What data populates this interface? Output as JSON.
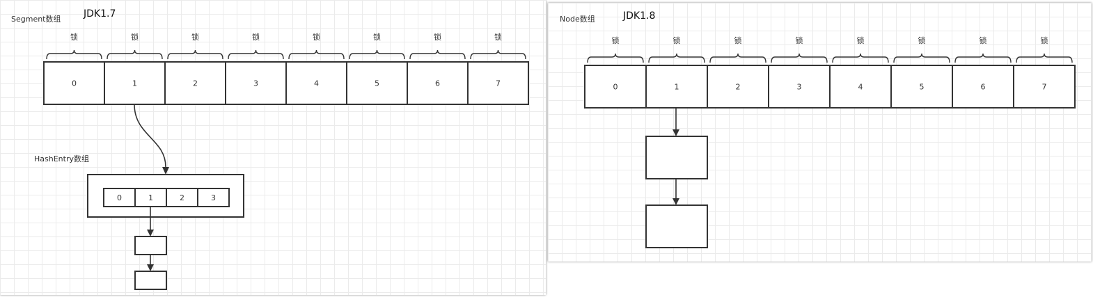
{
  "jdk17": {
    "version_label": "JDK1.7",
    "segment_array_label": "Segment数组",
    "segment_cells": [
      "0",
      "1",
      "2",
      "3",
      "4",
      "5",
      "6",
      "7"
    ],
    "lock_labels": [
      "锁",
      "锁",
      "锁",
      "锁",
      "锁",
      "锁",
      "锁",
      "锁"
    ],
    "hashentry_array_label": "HashEntry数组",
    "hashentry_cells": [
      "0",
      "1",
      "2",
      "3"
    ]
  },
  "jdk18": {
    "version_label": "JDK1.8",
    "node_array_label": "Node数组",
    "node_cells": [
      "0",
      "1",
      "2",
      "3",
      "4",
      "5",
      "6",
      "7"
    ],
    "lock_labels": [
      "锁",
      "锁",
      "锁",
      "锁",
      "锁",
      "锁",
      "锁",
      "锁"
    ]
  }
}
